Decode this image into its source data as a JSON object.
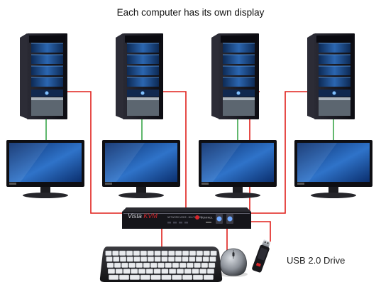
{
  "title": "Each computer has its own display",
  "usb_label": "USB 2.0 Drive",
  "kvm": {
    "brand_a": "Vista",
    "brand_b": "KVM",
    "model_text": "NETWORK MODE - MULTI-MODE",
    "logo_text": "CONTROL"
  },
  "computer_count": 4,
  "colors": {
    "background": "#ffffff",
    "title_text": "#111111",
    "label_text": "#222222",
    "video_cable": "#3aa64a",
    "usb_cable": "#e0201c",
    "tower_face": "#1b4a86",
    "tower_body": "#1a1a22",
    "monitor_screen": "#1e5cae",
    "kvm_body": "#15151a",
    "kvm_brand_accent": "#d7262c"
  }
}
